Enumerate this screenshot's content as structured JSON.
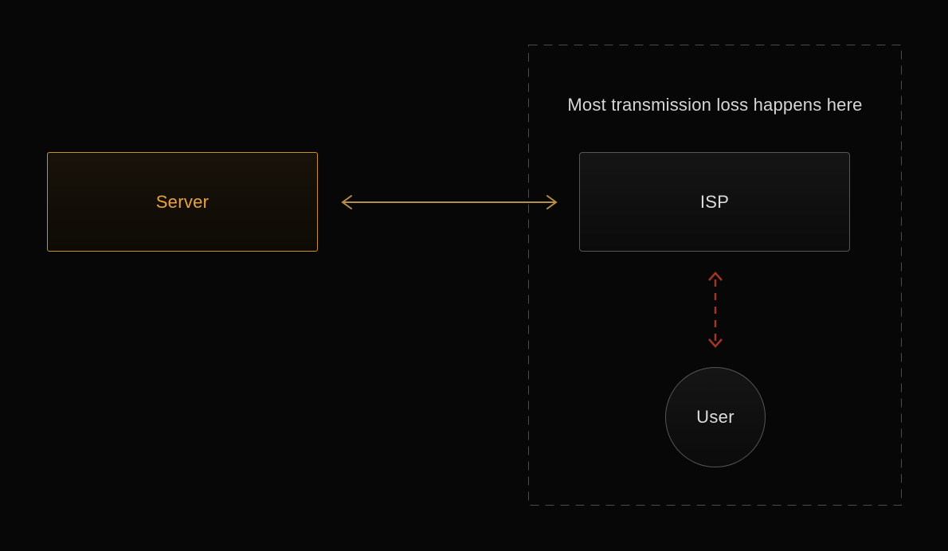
{
  "diagram": {
    "caption": "Most transmission loss happens here",
    "nodes": {
      "server": {
        "label": "Server",
        "shape": "rectangle"
      },
      "isp": {
        "label": "ISP",
        "shape": "rectangle"
      },
      "user": {
        "label": "User",
        "shape": "circle"
      }
    },
    "edges": [
      {
        "name": "server-isp-arrow",
        "from": "server",
        "to": "isp",
        "style": "solid",
        "direction": "bidirectional",
        "color_key": "gold_arrow"
      },
      {
        "name": "isp-user-arrow",
        "from": "isp",
        "to": "user",
        "style": "dashed",
        "direction": "bidirectional",
        "color_key": "red_arrow"
      }
    ]
  },
  "colors": {
    "background": "#070707",
    "server_border": "#c9921f",
    "server_text": "#e9a33c",
    "gold_arrow": "#b68e46",
    "red_arrow": "#a23527",
    "node_border": "#565656",
    "node_text": "#dcdcdc",
    "dashed_border": "#4b4b4b",
    "caption_text": "#d6d6d6"
  }
}
